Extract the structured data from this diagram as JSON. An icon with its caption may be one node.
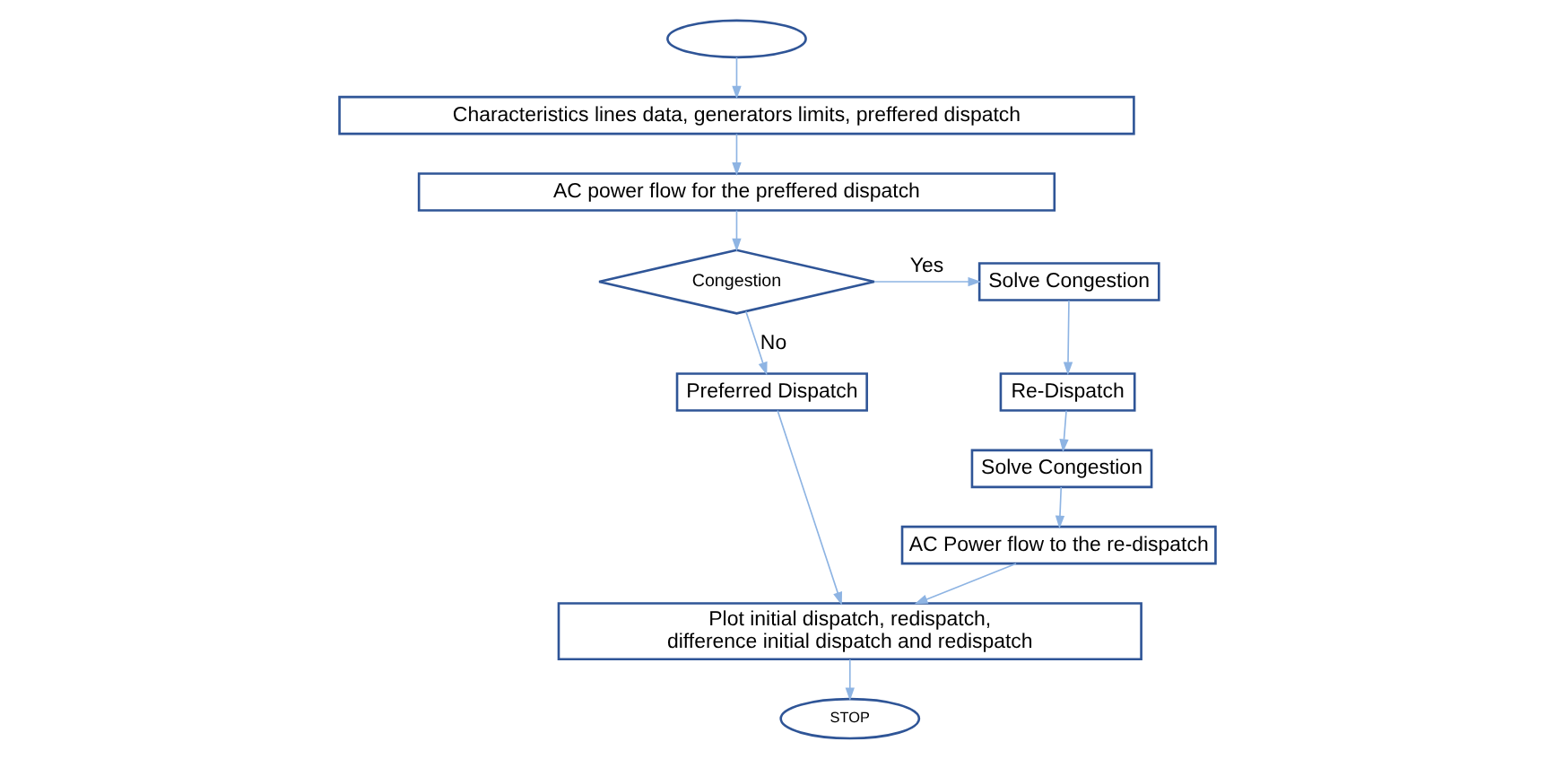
{
  "diagram": {
    "nodes": [
      {
        "text": [],
        "shape": "ellipse"
      },
      {
        "text": [
          "Characteristics lines data, generators limits, preffered dispatch"
        ]
      },
      {
        "text": [
          "AC power flow for the preffered dispatch"
        ]
      },
      {
        "text": [
          "Congestion"
        ]
      },
      {
        "text": [
          "Solve Congestion"
        ]
      },
      {
        "text": [
          "Preferred Dispatch"
        ]
      },
      {
        "text": [
          "Re-Dispatch"
        ]
      },
      {
        "text": [
          "Solve Congestion"
        ]
      },
      {
        "text": [
          "AC Power flow to the re-dispatch"
        ]
      },
      {
        "text": [
          "Plot initial dispatch, redispatch, difference initial dispatch and redispatch"
        ]
      },
      {
        "text": [
          "STOP"
        ]
      }
    ],
    "edges": [
      {
        "from": 0,
        "to": 1,
        "arrow": "to"
      },
      {
        "from": 1,
        "to": 2,
        "arrow": "to"
      },
      {
        "from": 2,
        "to": 3,
        "arrow": "to"
      },
      {
        "from": 3,
        "to": 4,
        "arrow": "to",
        "label": "Yes"
      },
      {
        "from": 3,
        "to": 5,
        "arrow": "to",
        "label": "No"
      },
      {
        "from": 4,
        "to": 6,
        "arrow": "to"
      },
      {
        "from": 6,
        "to": 7,
        "arrow": "to"
      },
      {
        "from": 7,
        "to": 8,
        "arrow": "to"
      },
      {
        "from": 5,
        "to": 9,
        "arrow": "to"
      },
      {
        "from": 8,
        "to": 9,
        "arrow": "to"
      },
      {
        "from": 9,
        "to": 10,
        "arrow": "to"
      }
    ]
  }
}
